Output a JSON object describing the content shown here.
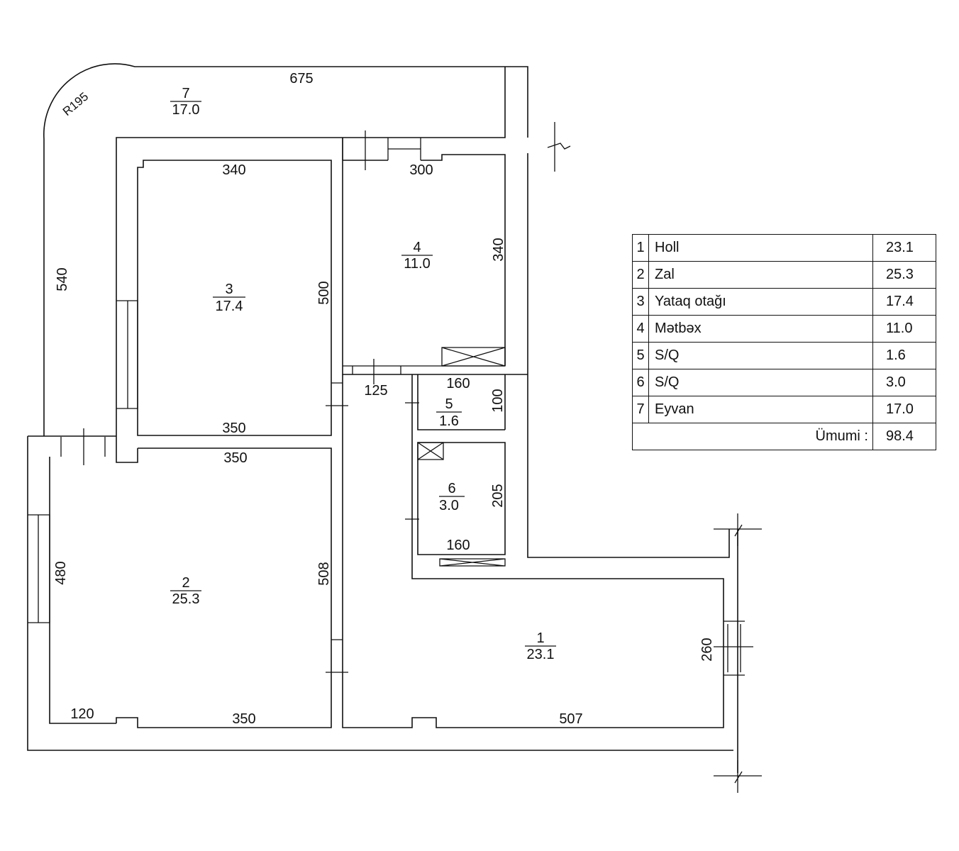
{
  "rooms": [
    {
      "id": "1",
      "area": "23.1"
    },
    {
      "id": "2",
      "area": "25.3"
    },
    {
      "id": "3",
      "area": "17.4"
    },
    {
      "id": "4",
      "area": "11.0"
    },
    {
      "id": "5",
      "area": "1.6"
    },
    {
      "id": "6",
      "area": "3.0"
    },
    {
      "id": "7",
      "area": "17.0"
    }
  ],
  "dimensions": {
    "balcony_length": "675",
    "balcony_radius": "R195",
    "balcony_height": "540",
    "bedroom_top": "340",
    "bedroom_side": "500",
    "bedroom_bottom": "350",
    "kitchen_top": "300",
    "kitchen_side": "340",
    "corridor_width": "125",
    "wc5_width": "160",
    "wc5_height": "100",
    "wc6_height": "205",
    "wc6_width": "160",
    "hall_living_top": "350",
    "living_side": "480",
    "living_side_right": "508",
    "living_bottom_left": "120",
    "living_bottom": "350",
    "hall_bottom": "507",
    "hall_side": "260"
  },
  "legend": {
    "rows": [
      {
        "num": "1",
        "name": "Holl",
        "area": "23.1"
      },
      {
        "num": "2",
        "name": "Zal",
        "area": "25.3"
      },
      {
        "num": "3",
        "name": "Yataq otağı",
        "area": "17.4"
      },
      {
        "num": "4",
        "name": "Mətbəx",
        "area": "11.0"
      },
      {
        "num": "5",
        "name": "S/Q",
        "area": "1.6"
      },
      {
        "num": "6",
        "name": "S/Q",
        "area": "3.0"
      },
      {
        "num": "7",
        "name": "Eyvan",
        "area": "17.0"
      }
    ],
    "total_label": "Ümumi :",
    "total_value": "98.4"
  }
}
